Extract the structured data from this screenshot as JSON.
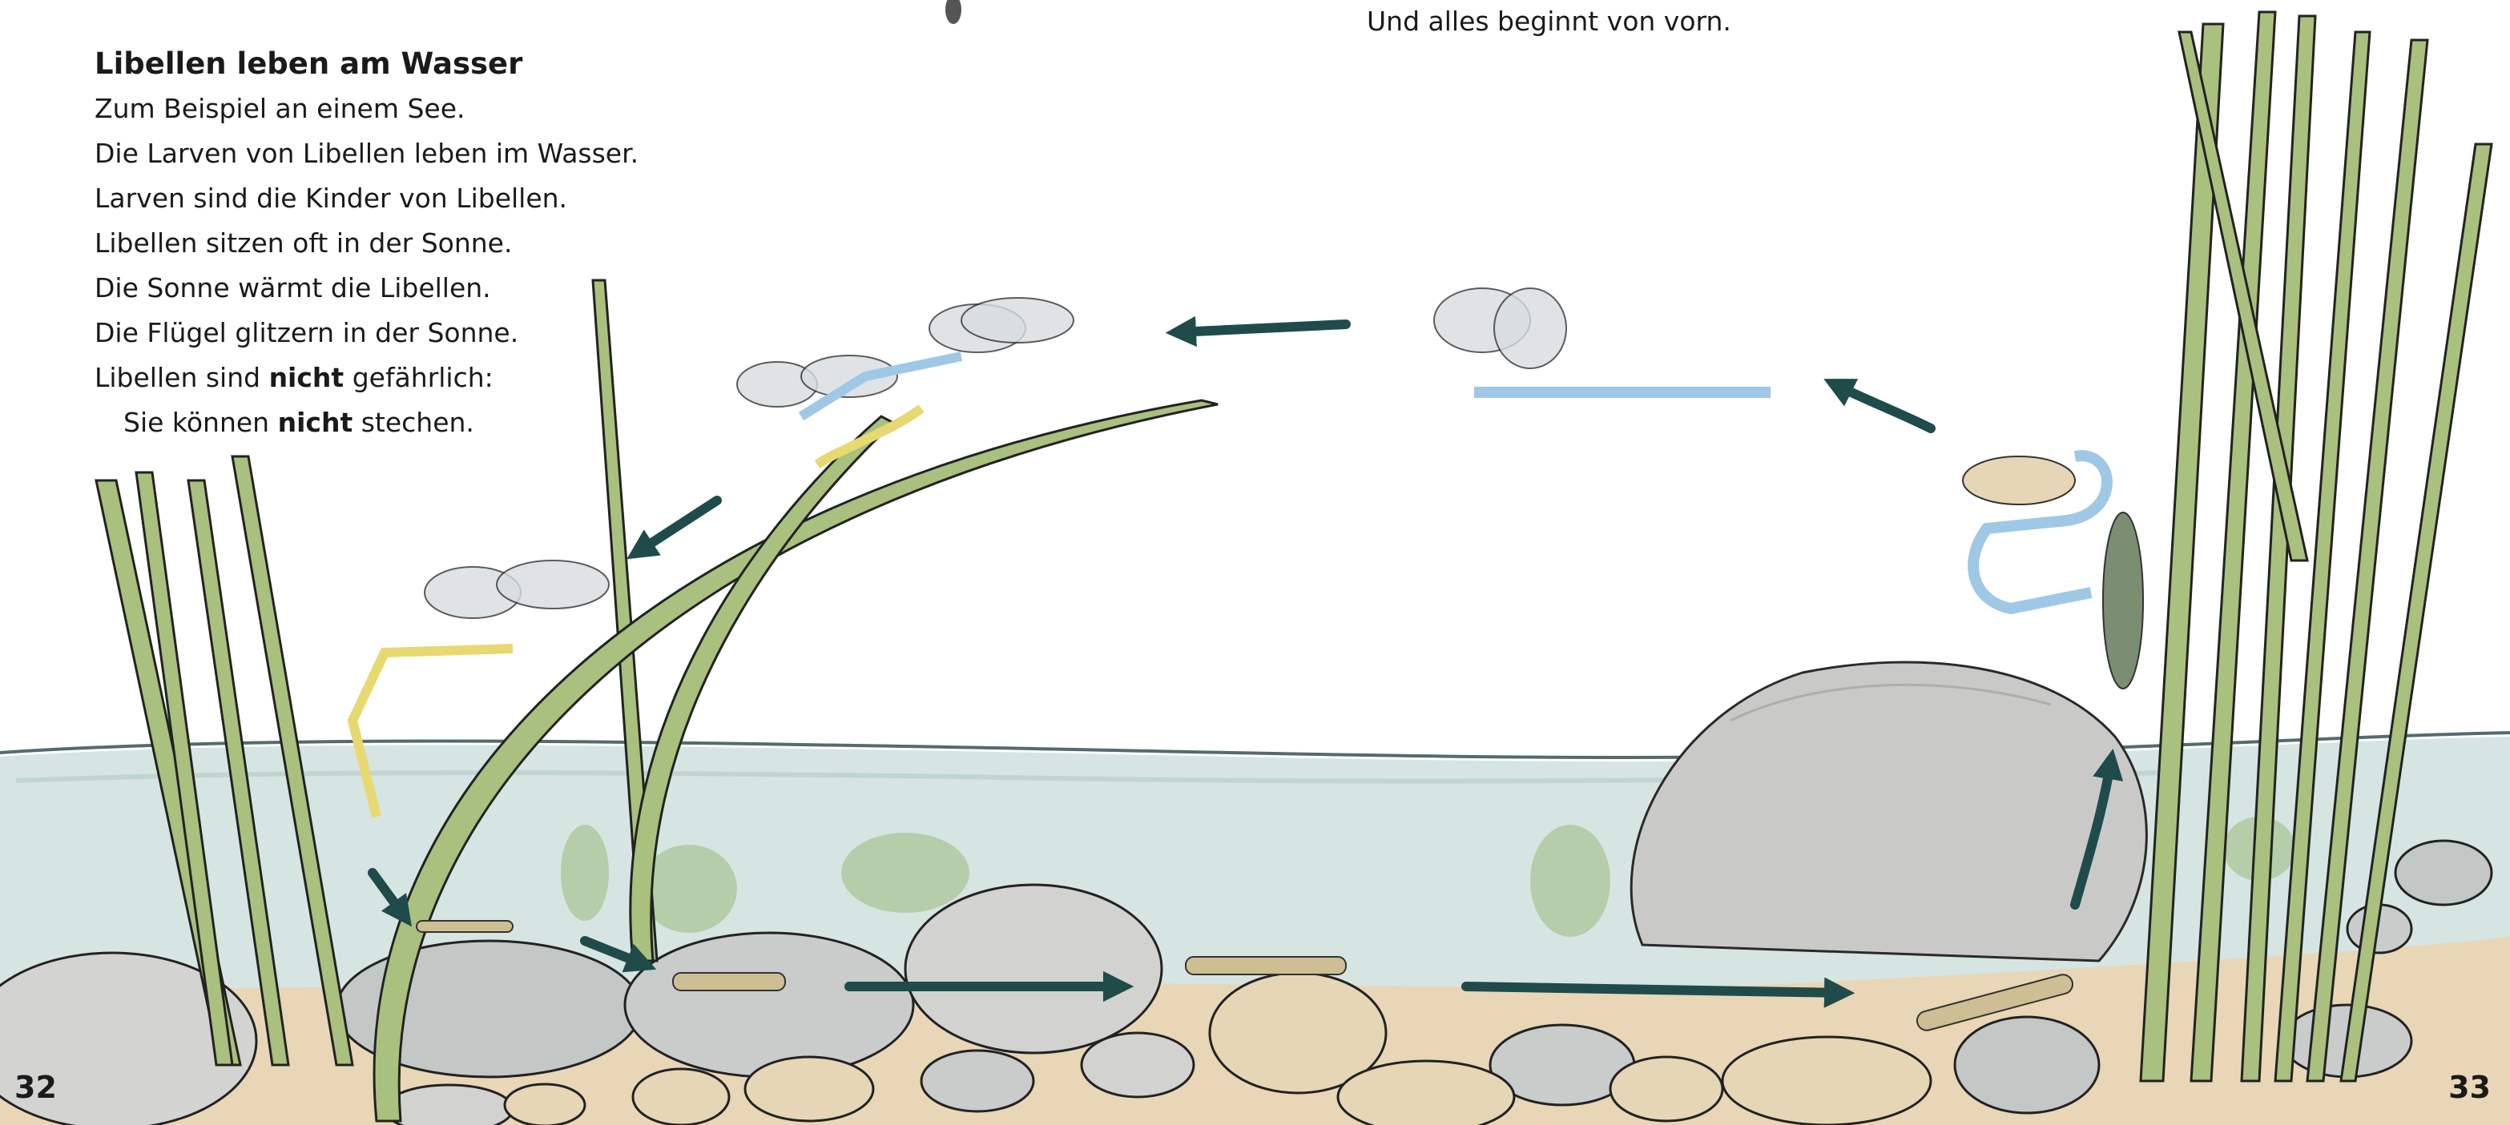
{
  "left_page": {
    "heading": "Libellen leben am Wasser",
    "lines": [
      "Zum Beispiel an einem See.",
      "Die Larven von Libellen leben im Wasser.",
      "Larven sind die Kinder von Libellen.",
      "Libellen sitzen oft in der Sonne.",
      "Die Sonne wärmt die Libellen.",
      "Die Flügel glitzern in der Sonne."
    ],
    "warning": {
      "before": "Libellen sind ",
      "emph": "nicht",
      "after": " gefährlich:"
    },
    "warning_2": {
      "before": "Sie können ",
      "emph": "nicht",
      "after": " stechen."
    },
    "page_number": "32"
  },
  "right_page": {
    "top_text": "Und alles beginnt von vorn.",
    "page_number": "33"
  },
  "colors": {
    "water": "#cfe0dd",
    "stone": "#d6d6d4",
    "sand": "#e8d6b7",
    "reed": "#a9c07e",
    "arrow": "#1f4b4b",
    "dragonfly_blue": "#9ec8e6",
    "dragonfly_yellow": "#e8d870"
  },
  "illustration": {
    "icons": [
      "dragonfly-icon",
      "larva-icon",
      "arrow-icon",
      "reed-icon",
      "stone-icon"
    ]
  }
}
